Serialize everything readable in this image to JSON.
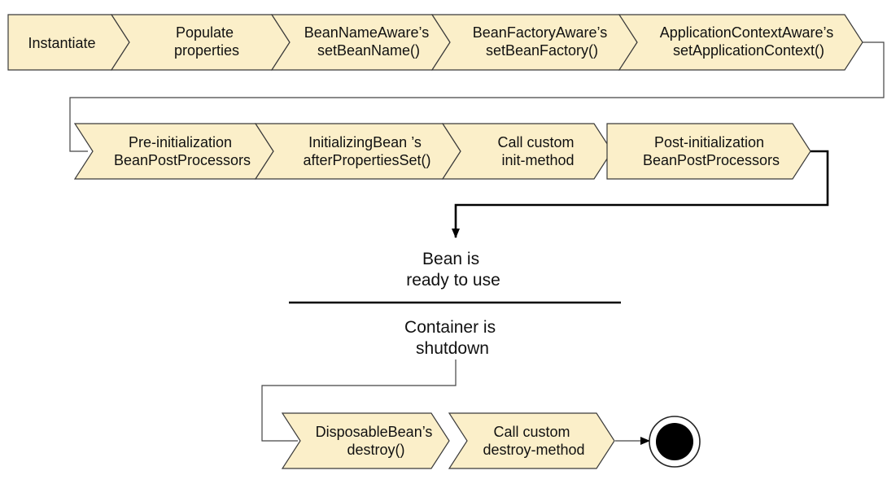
{
  "colors": {
    "step_fill": "#fbefc9",
    "step_stroke": "#3a3a3a",
    "line": "#444444",
    "end_marker": "#000000"
  },
  "row1": [
    {
      "lines": [
        "Instantiate"
      ]
    },
    {
      "lines": [
        "Populate",
        "properties"
      ]
    },
    {
      "lines": [
        "BeanNameAware’s",
        "setBeanName()"
      ]
    },
    {
      "lines": [
        "BeanFactoryAware’s",
        "setBeanFactory()"
      ]
    },
    {
      "lines": [
        "ApplicationContextAware’s",
        "setApplicationContext()"
      ]
    }
  ],
  "row2": [
    {
      "lines": [
        "Pre-initialization",
        "BeanPostProcessors"
      ]
    },
    {
      "lines": [
        "InitializingBean  ’s",
        "afterPropertiesSet()"
      ]
    },
    {
      "lines": [
        "Call custom",
        "init-method"
      ]
    },
    {
      "lines": [
        "Post-initialization",
        "BeanPostProcessors"
      ]
    }
  ],
  "ready_state": {
    "lines": [
      "Bean is",
      "ready to use"
    ]
  },
  "shutdown_state": {
    "lines": [
      "Container is",
      "shutdown"
    ]
  },
  "row3": [
    {
      "lines": [
        "DisposableBean’s",
        "destroy()"
      ]
    },
    {
      "lines": [
        "Call custom",
        "destroy-method"
      ]
    }
  ],
  "end_node": {
    "icon": "final-state-icon"
  }
}
